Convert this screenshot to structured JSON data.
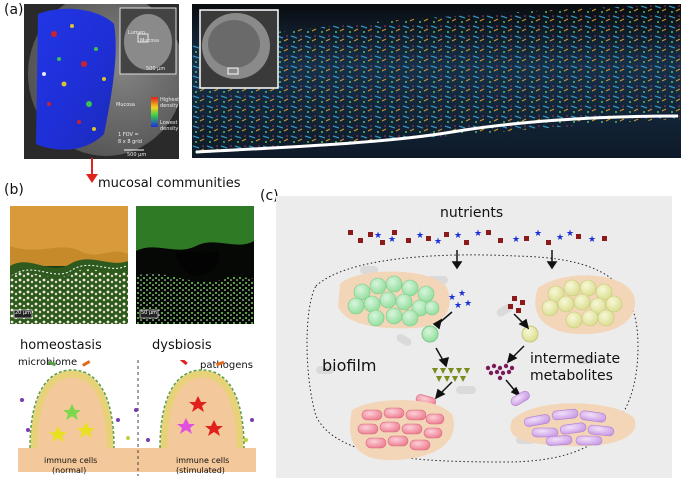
{
  "panel_a": {
    "label": "(a)",
    "left_image": {
      "inset": {
        "lumen": "Lumen",
        "mucosa": "Mucosa",
        "scale": "500 µm"
      },
      "mucosa": "Mucosa",
      "legend_high": "Highest density",
      "legend_low": "Lowest density",
      "fov": "1 FOV =",
      "grid": "8 x 8 grid",
      "scale": "500 µm"
    },
    "arrow_caption": "mucosal communities"
  },
  "panel_b": {
    "label": "(b)",
    "scale_left": "20 µm",
    "scale_right": "50 µm",
    "homeostasis": "homeostasis",
    "dysbiosis": "dysbiosis",
    "microbiome": "microbiome",
    "pathogens": "pathogens",
    "immune_normal_1": "immune cells",
    "immune_normal_2": "(normal)",
    "immune_stim_1": "immune cells",
    "immune_stim_2": "(stimulated)"
  },
  "panel_c": {
    "label": "(c)",
    "nutrients": "nutrients",
    "biofilm": "biofilm",
    "intermediate_1": "intermediate",
    "intermediate_2": "metabolites"
  },
  "colors": {
    "heatmap_low": "#1e2fd6",
    "heatmap_high": "#e0201c",
    "arrow_red": "#e0231c",
    "nutrient_square": "#8b1a1a",
    "nutrient_star": "#1a2fd6",
    "panel_c_bg": "#ececec",
    "green_cells": "#8fdc9a",
    "yellow_cells": "#e1e49a",
    "red_cells": "#f08a9a",
    "purple_cells": "#d6a8ec",
    "triangles": "#7b8a1c",
    "dots": "#7a1a5a",
    "tissue": "#f3c89a",
    "epithelium": "#e7d27a"
  }
}
